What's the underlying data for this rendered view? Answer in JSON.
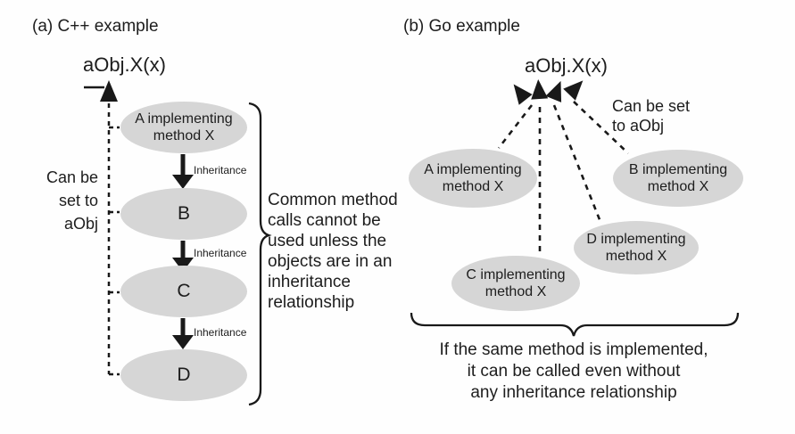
{
  "colors": {
    "ellipse_fill": "#d6d6d6",
    "line": "#191919"
  },
  "panel_a": {
    "title": "(a) C++ example",
    "call_label": "aObj.X(x)",
    "side_note": "Can be\nset to\naObj",
    "edge_label": "Inheritance",
    "nodes": {
      "a": "A implementing\nmethod X",
      "b": "B",
      "c": "C",
      "d": "D"
    },
    "brace_note": "Common method\ncalls cannot be\nused unless the\nobjects are in an\ninheritance\nrelationship"
  },
  "panel_b": {
    "title": "(b) Go example",
    "call_label": "aObj.X(x)",
    "side_note": "Can be set\nto aObj",
    "nodes": {
      "a": "A implementing\nmethod X",
      "b": "B implementing\nmethod X",
      "c": "C implementing\nmethod X",
      "d": "D implementing\nmethod X"
    },
    "brace_note": "If the same method is implemented,\nit can be called even without\nany inheritance relationship"
  }
}
